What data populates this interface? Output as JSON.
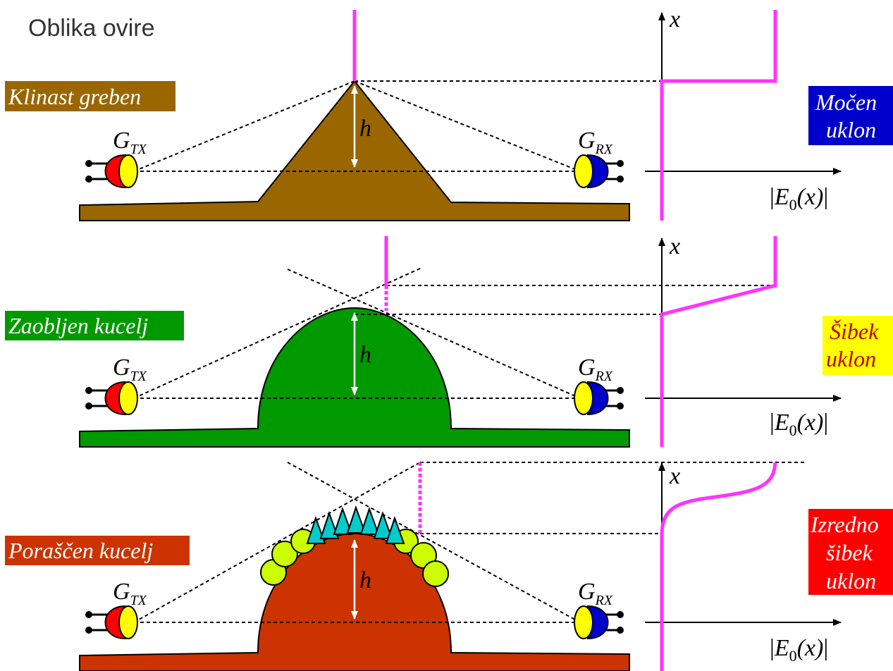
{
  "title": "Oblika ovire",
  "axis_x_label": "x",
  "field_label": {
    "bar_left": "|",
    "main": "E",
    "sub": "0",
    "arg": "(x)",
    "bar_right": "|"
  },
  "height_label": "h",
  "antennas": {
    "tx": {
      "main": "G",
      "sub": "TX"
    },
    "rx": {
      "main": "G",
      "sub": "RX"
    }
  },
  "rows": [
    {
      "obstacle_label": "Klinast greben",
      "obstacle_color": "#996600",
      "diffraction": [
        "Močen",
        "uklon"
      ],
      "diffraction_bg": "#0000cc",
      "diffraction_fg": "#ffffff"
    },
    {
      "obstacle_label": "Zaobljen kucelj",
      "obstacle_color": "#009900",
      "diffraction": [
        "Šibek",
        "uklon"
      ],
      "diffraction_bg": "#ffff00",
      "diffraction_fg": "#cc0000"
    },
    {
      "obstacle_label": "Poraščen kucelj",
      "obstacle_color": "#cc3300",
      "diffraction": [
        "Izredno",
        "šibek",
        "uklon"
      ],
      "diffraction_bg": "#ff0000",
      "diffraction_fg": "#ffffff"
    }
  ],
  "colors": {
    "curve": "#ff33ff",
    "tx_antenna": "#ff0000",
    "rx_antenna": "#0000cc",
    "antenna_face": "#ffff00",
    "trees": "#ccff00",
    "bushes": "#00cccc"
  }
}
